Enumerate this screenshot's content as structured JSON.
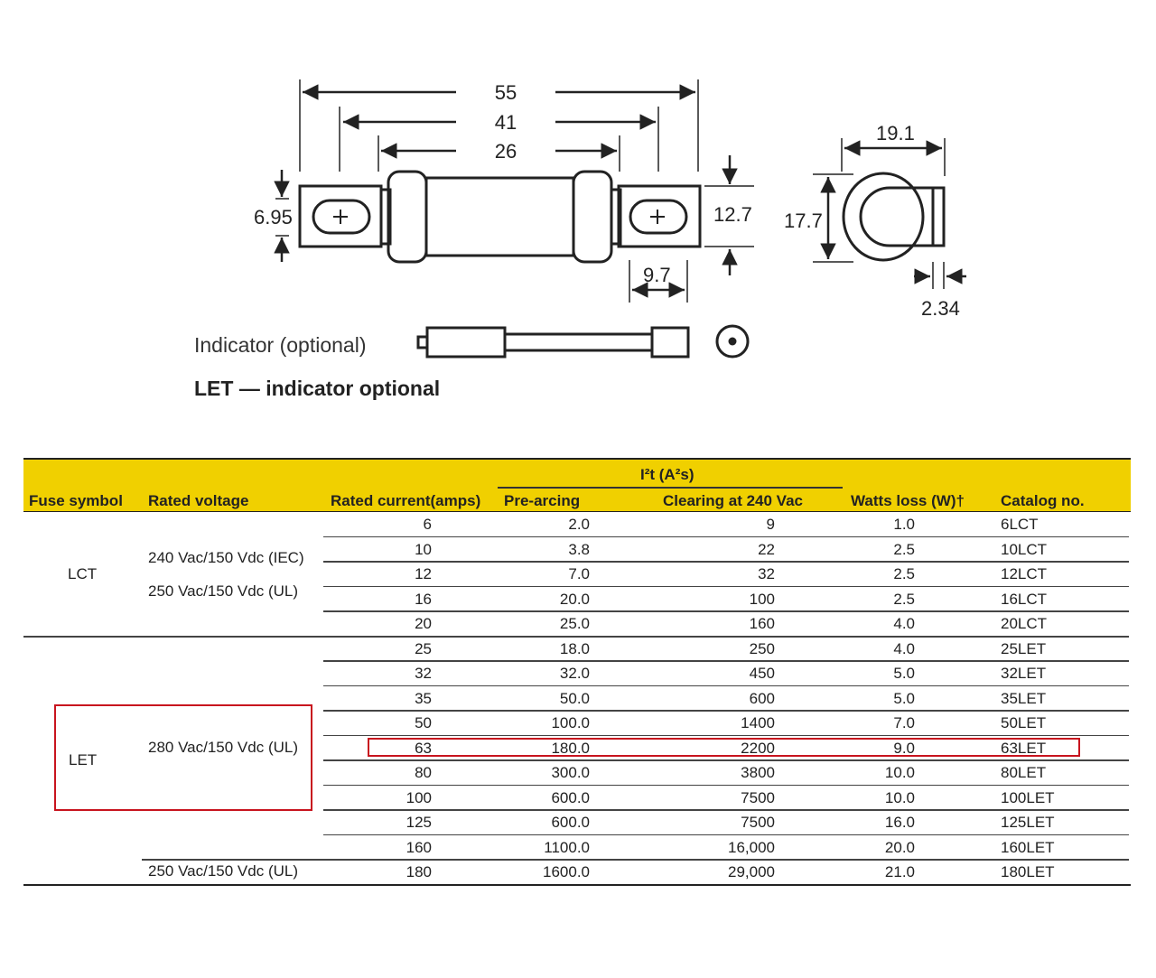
{
  "diagram": {
    "dimensions": {
      "overall": "55",
      "mid": "41",
      "inner": "26",
      "tab_height": "6.95",
      "height": "12.7",
      "tab_width": "9.7",
      "end_width": "19.1",
      "end_height": "17.7",
      "tab_thickness": "2.34"
    },
    "indicator_label": "Indicator (optional)",
    "let_note": "LET — indicator optional"
  },
  "table": {
    "headers": {
      "fuse_symbol": "Fuse symbol",
      "rated_voltage": "Rated voltage",
      "rated_current": "Rated current(amps)",
      "i2t_group": "I²t (A²s)",
      "pre_arcing": "Pre-arcing",
      "clearing": "Clearing at 240 Vac",
      "watts_loss": "Watts loss (W)†",
      "catalog": "Catalog no."
    },
    "groups": [
      {
        "symbol": "LCT",
        "voltages": [
          "240 Vac/150 Vdc (IEC)",
          "250 Vac/150 Vdc (UL)"
        ]
      },
      {
        "symbol": "LET",
        "voltages": [
          "280 Vac/150 Vdc (UL)"
        ],
        "last_row_voltage": "250 Vac/150 Vdc (UL)"
      }
    ],
    "rows": [
      [
        "6",
        "2.0",
        "9",
        "1.0",
        "6LCT"
      ],
      [
        "10",
        "3.8",
        "22",
        "2.5",
        "10LCT"
      ],
      [
        "12",
        "7.0",
        "32",
        "2.5",
        "12LCT"
      ],
      [
        "16",
        "20.0",
        "100",
        "2.5",
        "16LCT"
      ],
      [
        "20",
        "25.0",
        "160",
        "4.0",
        "20LCT"
      ],
      [
        "25",
        "18.0",
        "250",
        "4.0",
        "25LET"
      ],
      [
        "32",
        "32.0",
        "450",
        "5.0",
        "32LET"
      ],
      [
        "35",
        "50.0",
        "600",
        "5.0",
        "35LET"
      ],
      [
        "50",
        "100.0",
        "1400",
        "7.0",
        "50LET"
      ],
      [
        "63",
        "180.0",
        "2200",
        "9.0",
        "63LET"
      ],
      [
        "80",
        "300.0",
        "3800",
        "10.0",
        "80LET"
      ],
      [
        "100",
        "600.0",
        "7500",
        "10.0",
        "100LET"
      ],
      [
        "125",
        "600.0",
        "7500",
        "16.0",
        "125LET"
      ],
      [
        "160",
        "1100.0",
        "16,000",
        "20.0",
        "160LET"
      ],
      [
        "180",
        "1600.0",
        "29,000",
        "21.0",
        "180LET"
      ]
    ],
    "highlighted_row": "63LET",
    "colors": {
      "header": "#f0d000",
      "highlight": "#c8141e"
    }
  }
}
